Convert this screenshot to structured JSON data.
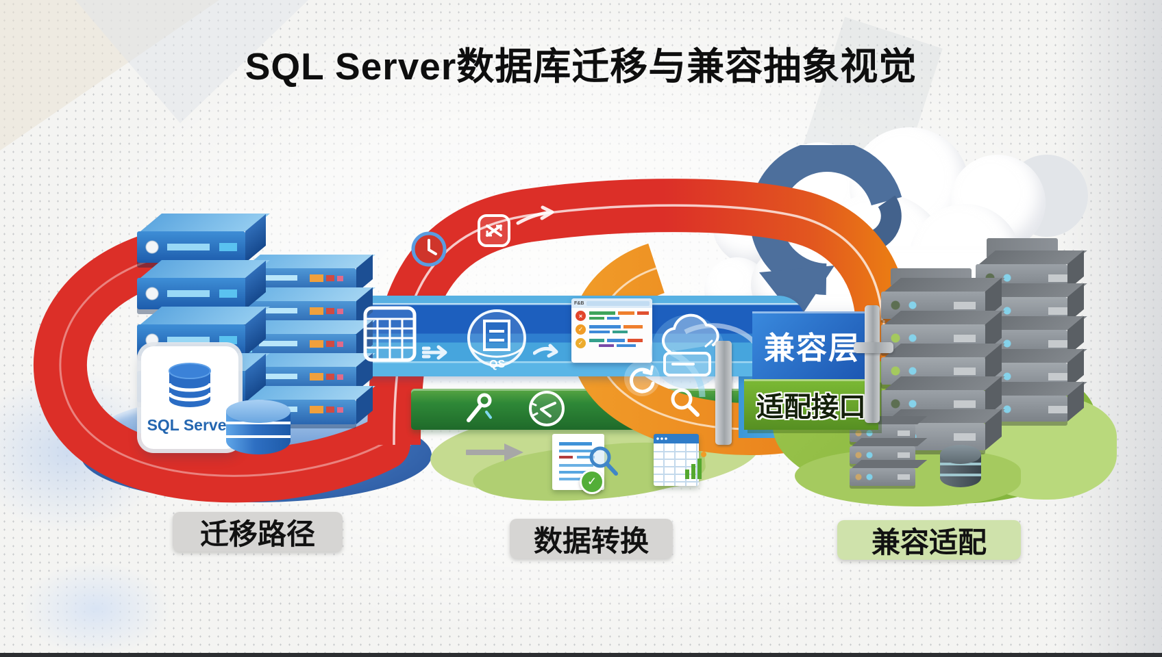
{
  "title": "SQL Server数据库迁移与兼容抽象视觉",
  "left": {
    "card_label": "SQL Server",
    "caption": "迁移路径"
  },
  "middle": {
    "caption": "数据转换",
    "window_title": "F&B",
    "window_glyph_row1": "×",
    "window_glyph_row2": "✓",
    "window_glyph_row3": "✓",
    "transform_icon_text": "QS",
    "doc_check_glyph": "✓"
  },
  "right": {
    "layer_panel_label": "兼容层",
    "adapter_panel_label": "适配接口",
    "caption": "兼容适配"
  },
  "colors": {
    "ribbon_red": "#dc2f28",
    "ribbon_orange": "#ef8c1e",
    "band_blue": "#1d5fbe",
    "band_green": "#2e8837",
    "panel_blue": "#2268c4",
    "panel_green": "#68a52c",
    "caption_gray_bg": "#d6d5d3",
    "caption_green_bg": "#cfe2ab",
    "platform_blue": "#3a6cb4",
    "cloud_arrow_steel": "#4d6f9c",
    "server_blue": "#2a66b0",
    "server_gray": "#8a9096",
    "sql_text_blue": "#2466b0"
  },
  "icons": [
    "table-grid-icon",
    "flow-arrow-icon",
    "db-transform-icon",
    "result-window",
    "cloud-upload-icon",
    "clock-icon",
    "swap-icon",
    "wrench-icon",
    "undo-icon",
    "refresh-icon",
    "magnifier-icon",
    "document-check-icon",
    "spreadsheet-icon",
    "down-arrow-icon",
    "database-icon",
    "server-rack",
    "cloud"
  ]
}
